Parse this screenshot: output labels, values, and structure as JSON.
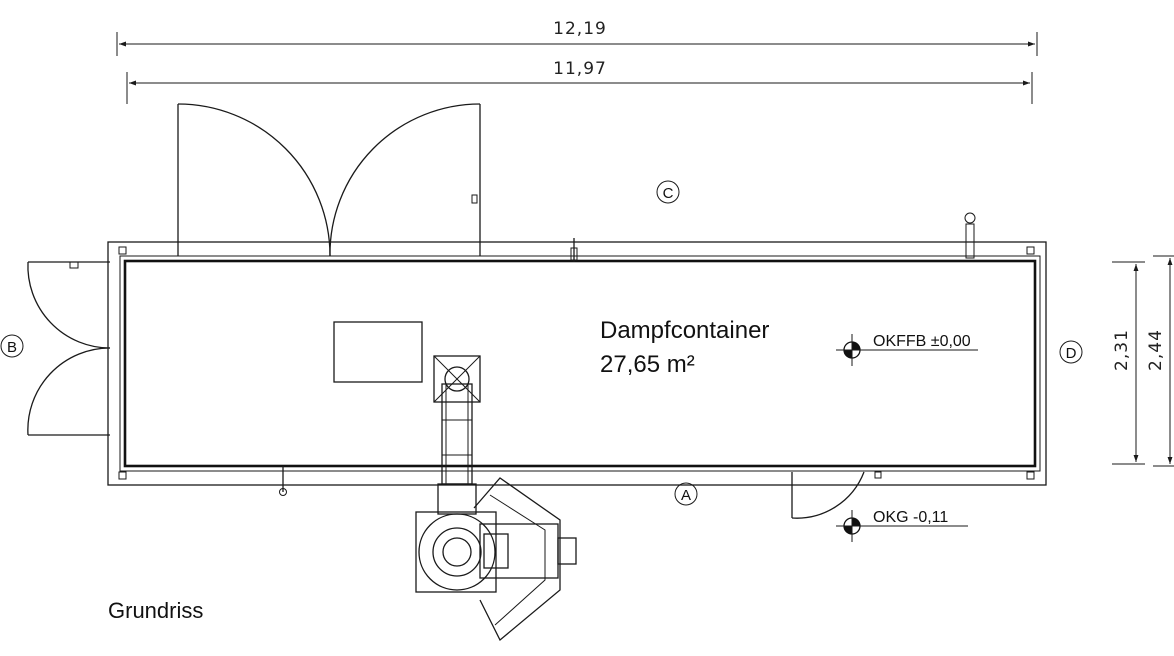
{
  "title": "Grundriss",
  "room": {
    "name": "Dampfcontainer",
    "area": "27,65 m²"
  },
  "dimensions": {
    "outer_length": "12,19",
    "inner_length": "11,97",
    "inner_width": "2,31",
    "outer_width": "2,44"
  },
  "levels": {
    "floor": "OKFFB ±0,00",
    "ground": "OKG -0,11"
  },
  "side_markers": {
    "a": "A",
    "b": "B",
    "c": "C",
    "d": "D"
  }
}
